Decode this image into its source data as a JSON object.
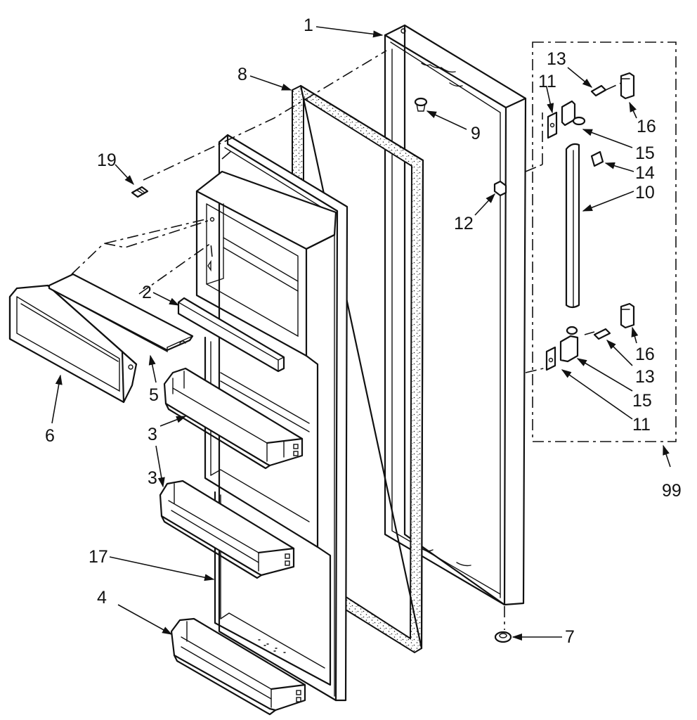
{
  "labels": {
    "l1": "1",
    "l2": "2",
    "l3a": "3",
    "l3b": "3",
    "l4": "4",
    "l5": "5",
    "l6": "6",
    "l7": "7",
    "l8": "8",
    "l9": "9",
    "l10": "10",
    "l11a": "11",
    "l11b": "11",
    "l12": "12",
    "l13a": "13",
    "l13b": "13",
    "l14": "14",
    "l15a": "15",
    "l15b": "15",
    "l16a": "16",
    "l16b": "16",
    "l17": "17",
    "l19": "19",
    "l99": "99"
  }
}
